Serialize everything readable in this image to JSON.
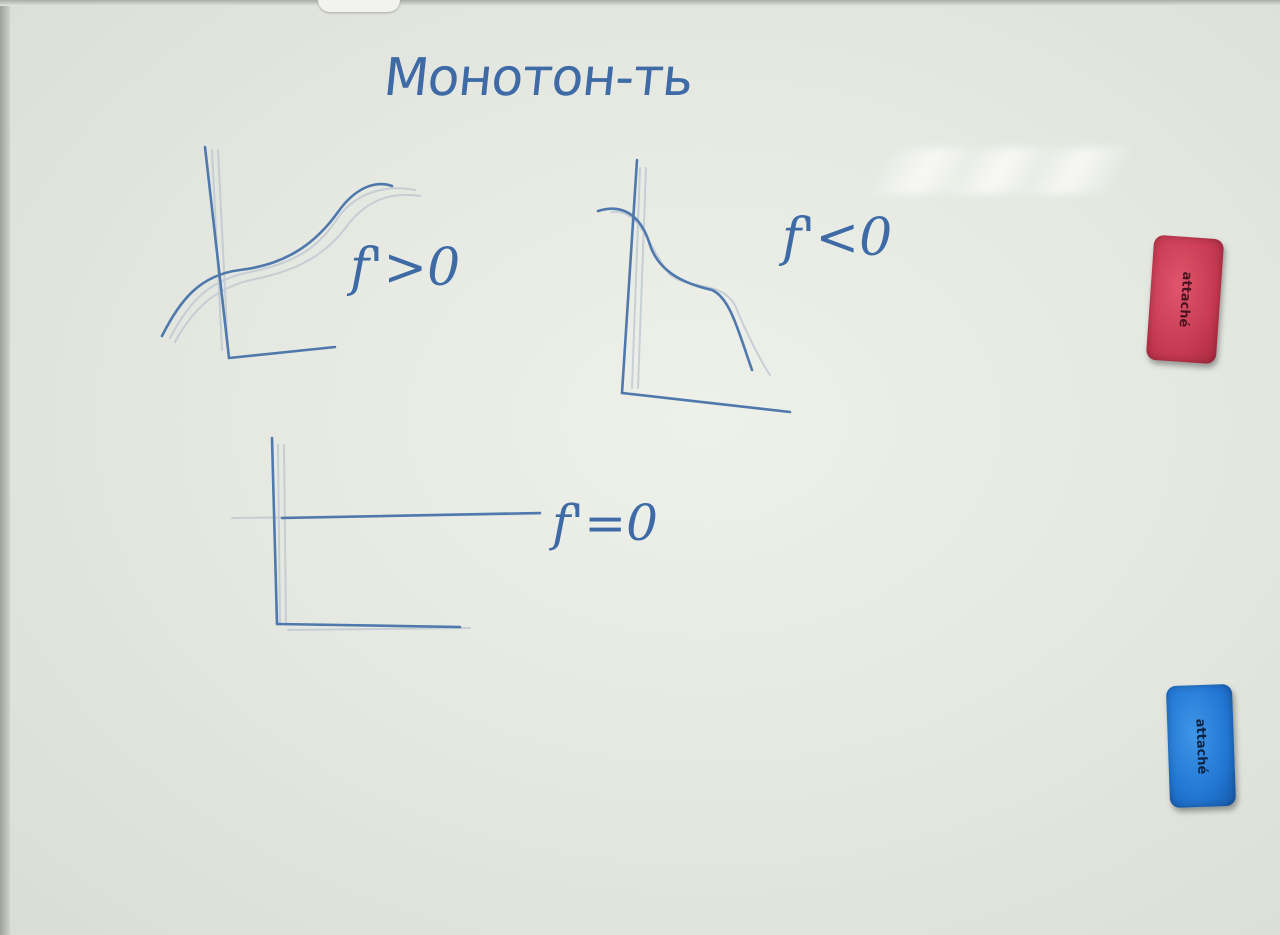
{
  "whiteboard": {
    "title": "Монотон-ть",
    "graphs": [
      {
        "label": "f'>0"
      },
      {
        "label": "f'<0"
      },
      {
        "label": "f'=0"
      }
    ],
    "ink_color": "#3e6aa6"
  },
  "erasers": [
    {
      "brand": "attaché",
      "color": "#c83a52"
    },
    {
      "brand": "attaché",
      "color": "#2277d4"
    }
  ]
}
